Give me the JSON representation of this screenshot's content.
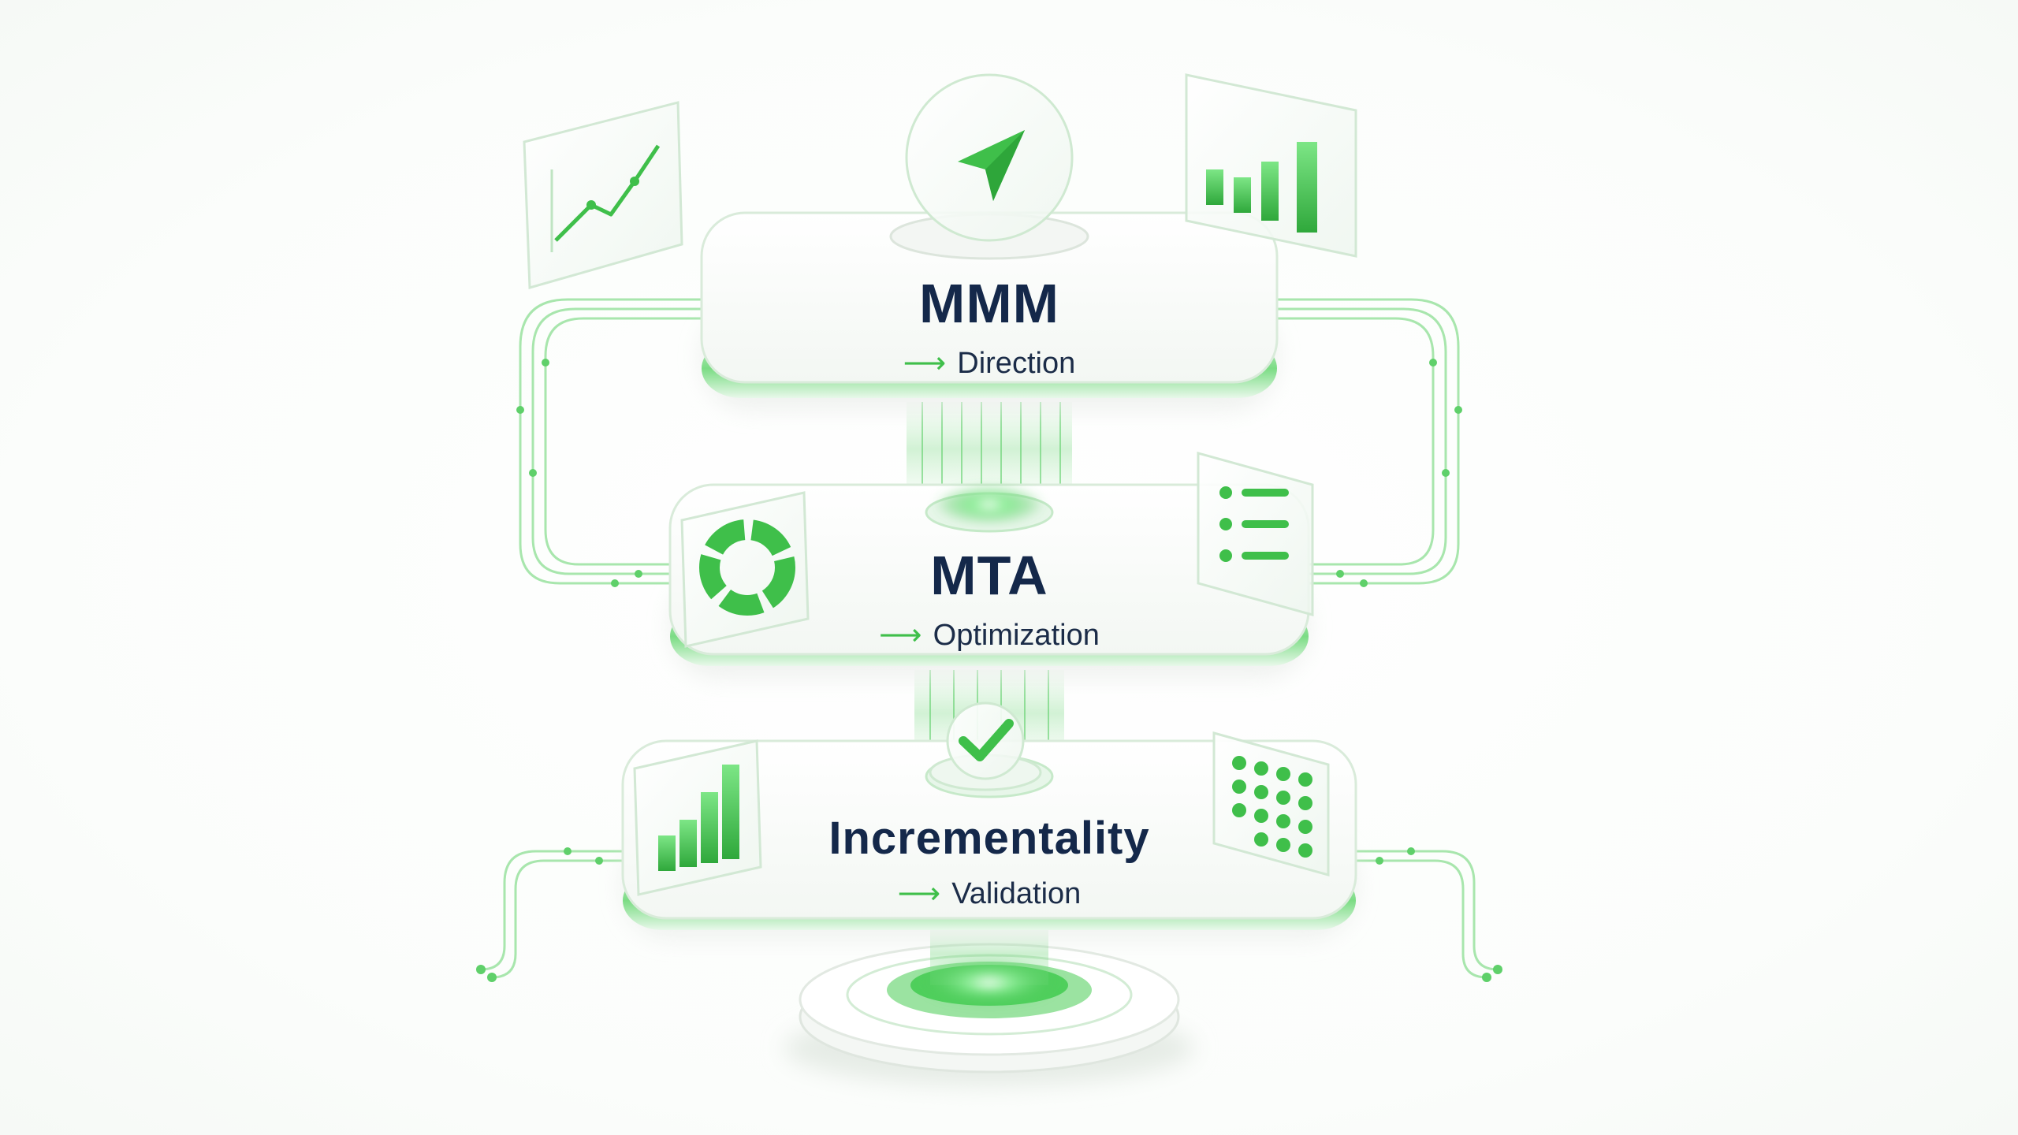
{
  "diagram": {
    "layers": [
      {
        "title": "MMM",
        "subtitle": "Direction",
        "arrow": "⟶"
      },
      {
        "title": "MTA",
        "subtitle": "Optimization",
        "arrow": "⟶"
      },
      {
        "title": "Incrementality",
        "subtitle": "Validation",
        "arrow": "⟶"
      }
    ]
  },
  "colors": {
    "accent": "#3fbf4a",
    "accent_light": "#9be3a1",
    "accent_glow": "#6fe27a",
    "title_text": "#14284a"
  },
  "icons": [
    "line-chart-icon",
    "compass-arrow-icon",
    "bar-chart-icon",
    "donut-chart-icon",
    "list-icon",
    "checkmark-icon",
    "dot-grid-icon",
    "bar-chart-small-icon"
  ]
}
